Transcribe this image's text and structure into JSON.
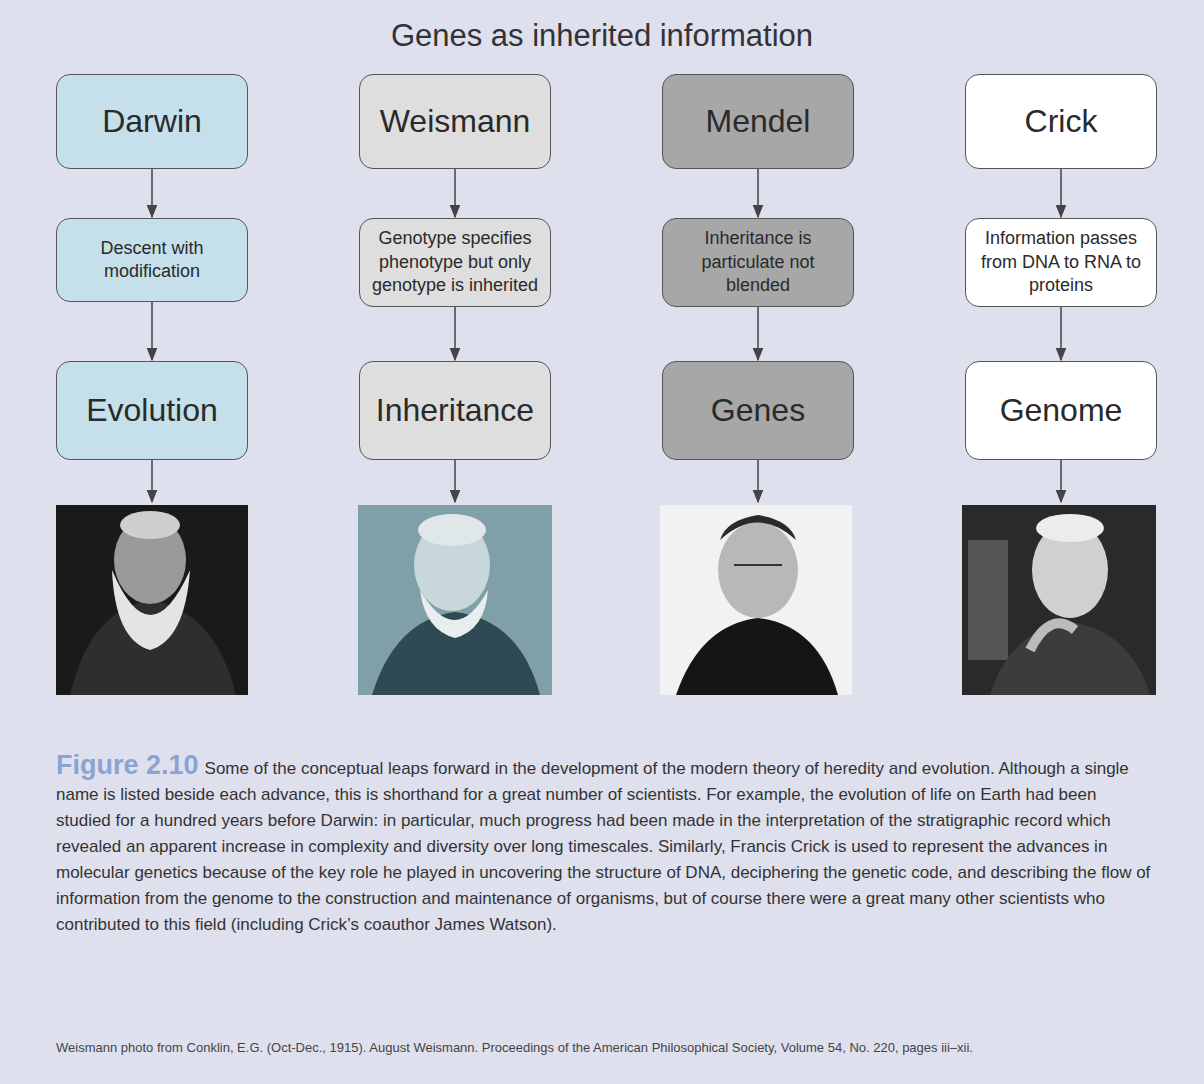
{
  "diagram": {
    "title": "Genes as inherited information",
    "caption": "Some of the conceptual leaps forward in the development of the modern theory of heredity and evolution. Although a single name is listed beside each advance, this is shorthand for a great number of scientists. For example, the evolution of life on Earth had been studied for a hundred years before Darwin: in particular, much progress had been made in the interpretation of the stratigraphic record which revealed an apparent increase in complexity and diversity over long timescales. Similarly, Francis Crick is used to represent the advances in molecular genetics because of the key role he played in uncovering the structure of DNA, deciphering the genetic code, and describing the flow of information from the genome to the construction and maintenance of organisms, but of course there were a great many other scientists who contributed to this field (including Crick’s coauthor James Watson).",
    "nodes": [
      {
        "text": [
          "Darwin"
        ]
      },
      {
        "text": [
          "Weismann"
        ]
      },
      {
        "text": [
          "Mendel"
        ]
      },
      {
        "text": [
          "Crick"
        ]
      },
      {
        "text": [
          "Descent with modification"
        ]
      },
      {
        "text": [
          "Genotype specifies phenotype but only genotype is inherited"
        ]
      },
      {
        "text": [
          "Inheritance is particulate not blended"
        ]
      },
      {
        "text": [
          "Information passes from DNA to RNA to proteins"
        ]
      },
      {
        "text": [
          "Evolution"
        ]
      },
      {
        "text": [
          "Inheritance"
        ]
      },
      {
        "text": [
          "Genes"
        ]
      },
      {
        "text": [
          "Genome"
        ]
      }
    ],
    "edges": [
      {
        "from": 0,
        "to": 4,
        "arrow": "to"
      },
      {
        "from": 1,
        "to": 5,
        "arrow": "to"
      },
      {
        "from": 2,
        "to": 6,
        "arrow": "to"
      },
      {
        "from": 3,
        "to": 7,
        "arrow": "to"
      },
      {
        "from": 4,
        "to": 8,
        "arrow": "to"
      },
      {
        "from": 5,
        "to": 9,
        "arrow": "to"
      },
      {
        "from": 6,
        "to": 10,
        "arrow": "to"
      },
      {
        "from": 7,
        "to": 11,
        "arrow": "to"
      }
    ],
    "labels": [
      "Figure 2.10",
      "Weismann photo from Conklin, E.G. (Oct-Dec., 1915). August Weismann. Proceedings of the American Philosophical Society, Volume 54, No. 220, pages iii–xii."
    ]
  }
}
